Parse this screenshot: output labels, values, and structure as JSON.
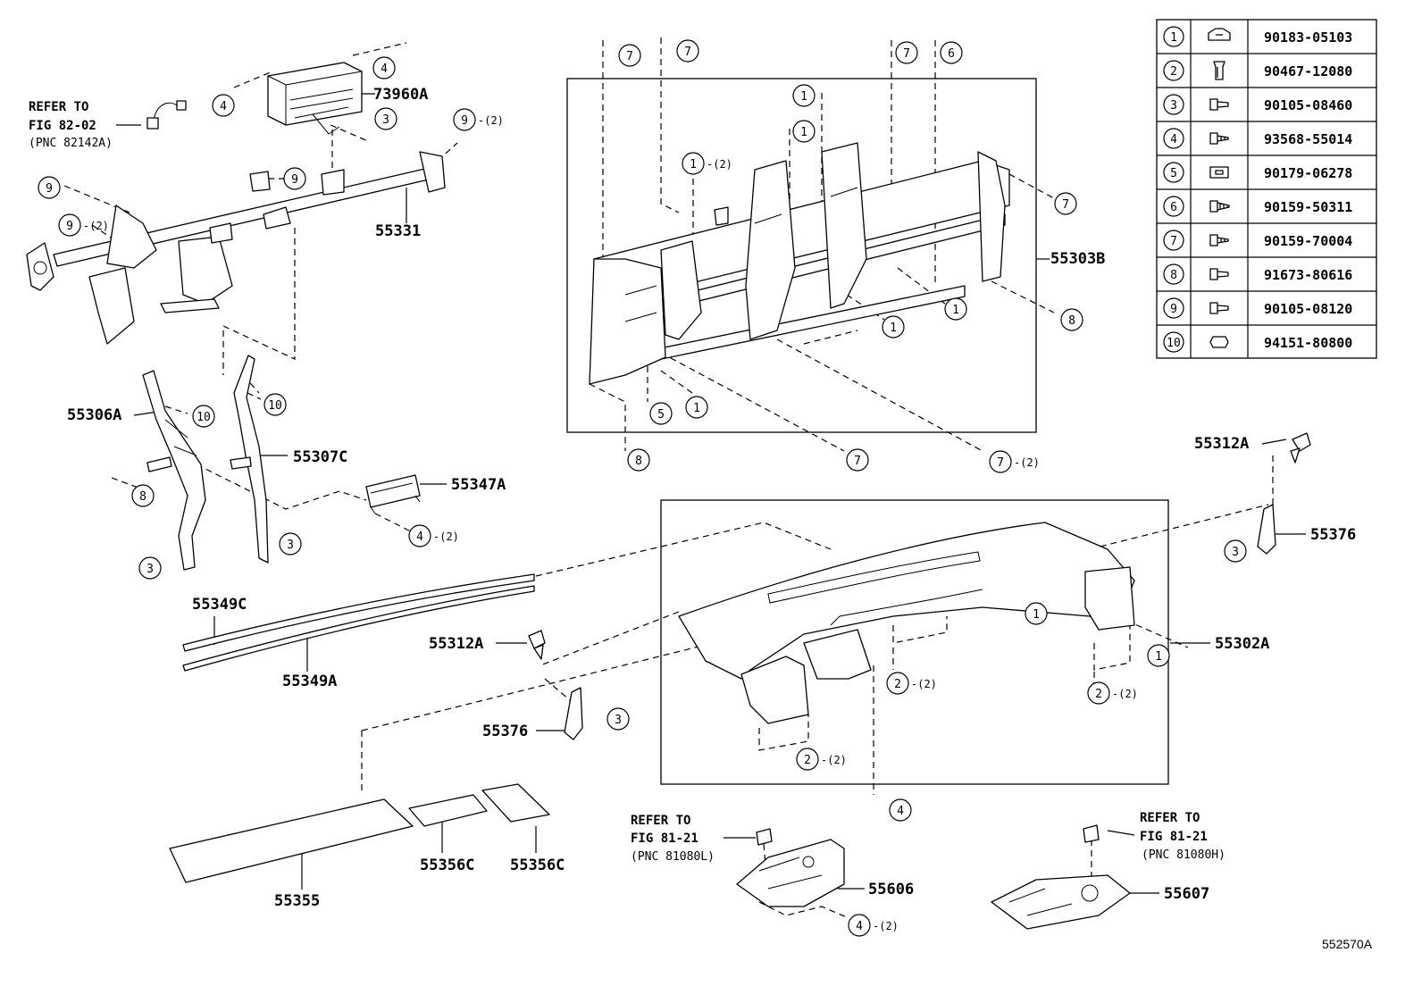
{
  "diagram_id": "552570A",
  "part_labels": {
    "p73960A": "73960A",
    "p55331": "55331",
    "p55303B": "55303B",
    "p55306A": "55306A",
    "p55307C": "55307C",
    "p55347A": "55347A",
    "p55312A_right": "55312A",
    "p55376_right": "55376",
    "p55302A": "55302A",
    "p55349C": "55349C",
    "p55349A": "55349A",
    "p55312A_mid": "55312A",
    "p55376_mid": "55376",
    "p55355": "55355",
    "p55356C_1": "55356C",
    "p55356C_2": "55356C",
    "p55606": "55606",
    "p55607": "55607"
  },
  "references": {
    "ref1": {
      "line1": "REFER TO",
      "line2": "FIG 82-02",
      "line3": "(PNC 82142A)"
    },
    "ref2": {
      "line1": "REFER TO",
      "line2": "FIG 81-21",
      "line3": "(PNC 81080L)"
    },
    "ref3": {
      "line1": "REFER TO",
      "line2": "FIG 81-21",
      "line3": "(PNC 81080H)"
    }
  },
  "fastener_table": [
    {
      "num": "1",
      "part": "90183-05103",
      "icon": "clip-icon"
    },
    {
      "num": "2",
      "part": "90467-12080",
      "icon": "push-clip-icon"
    },
    {
      "num": "3",
      "part": "90105-08460",
      "icon": "bolt-icon"
    },
    {
      "num": "4",
      "part": "93568-55014",
      "icon": "screw-icon"
    },
    {
      "num": "5",
      "part": "90179-06278",
      "icon": "nut-clip-icon"
    },
    {
      "num": "6",
      "part": "90159-50311",
      "icon": "tapping-screw-icon"
    },
    {
      "num": "7",
      "part": "90159-70004",
      "icon": "screw-icon"
    },
    {
      "num": "8",
      "part": "91673-80616",
      "icon": "bolt-icon"
    },
    {
      "num": "9",
      "part": "90105-08120",
      "icon": "bolt-icon"
    },
    {
      "num": "10",
      "part": "94151-80800",
      "icon": "nut-icon"
    }
  ],
  "callouts": [
    {
      "n": "4",
      "q": ""
    },
    {
      "n": "4",
      "q": ""
    },
    {
      "n": "3",
      "q": ""
    },
    {
      "n": "9",
      "q": "(2)"
    },
    {
      "n": "9",
      "q": ""
    },
    {
      "n": "9",
      "q": ""
    },
    {
      "n": "9",
      "q": "(2)"
    },
    {
      "n": "7",
      "q": ""
    },
    {
      "n": "7",
      "q": ""
    },
    {
      "n": "7",
      "q": ""
    },
    {
      "n": "6",
      "q": ""
    },
    {
      "n": "1",
      "q": ""
    },
    {
      "n": "1",
      "q": ""
    },
    {
      "n": "1",
      "q": "(2)"
    },
    {
      "n": "7",
      "q": ""
    },
    {
      "n": "8",
      "q": ""
    },
    {
      "n": "1",
      "q": ""
    },
    {
      "n": "1",
      "q": ""
    },
    {
      "n": "5",
      "q": ""
    },
    {
      "n": "1",
      "q": ""
    },
    {
      "n": "8",
      "q": ""
    },
    {
      "n": "7",
      "q": ""
    },
    {
      "n": "7",
      "q": "(2)"
    },
    {
      "n": "10",
      "q": ""
    },
    {
      "n": "10",
      "q": ""
    },
    {
      "n": "8",
      "q": ""
    },
    {
      "n": "3",
      "q": ""
    },
    {
      "n": "3",
      "q": ""
    },
    {
      "n": "4",
      "q": "(2)"
    },
    {
      "n": "3",
      "q": ""
    },
    {
      "n": "1",
      "q": ""
    },
    {
      "n": "1",
      "q": ""
    },
    {
      "n": "2",
      "q": "(2)"
    },
    {
      "n": "2",
      "q": "(2)"
    },
    {
      "n": "2",
      "q": "(2)"
    },
    {
      "n": "3",
      "q": ""
    },
    {
      "n": "4",
      "q": ""
    },
    {
      "n": "4",
      "q": "(2)"
    }
  ]
}
